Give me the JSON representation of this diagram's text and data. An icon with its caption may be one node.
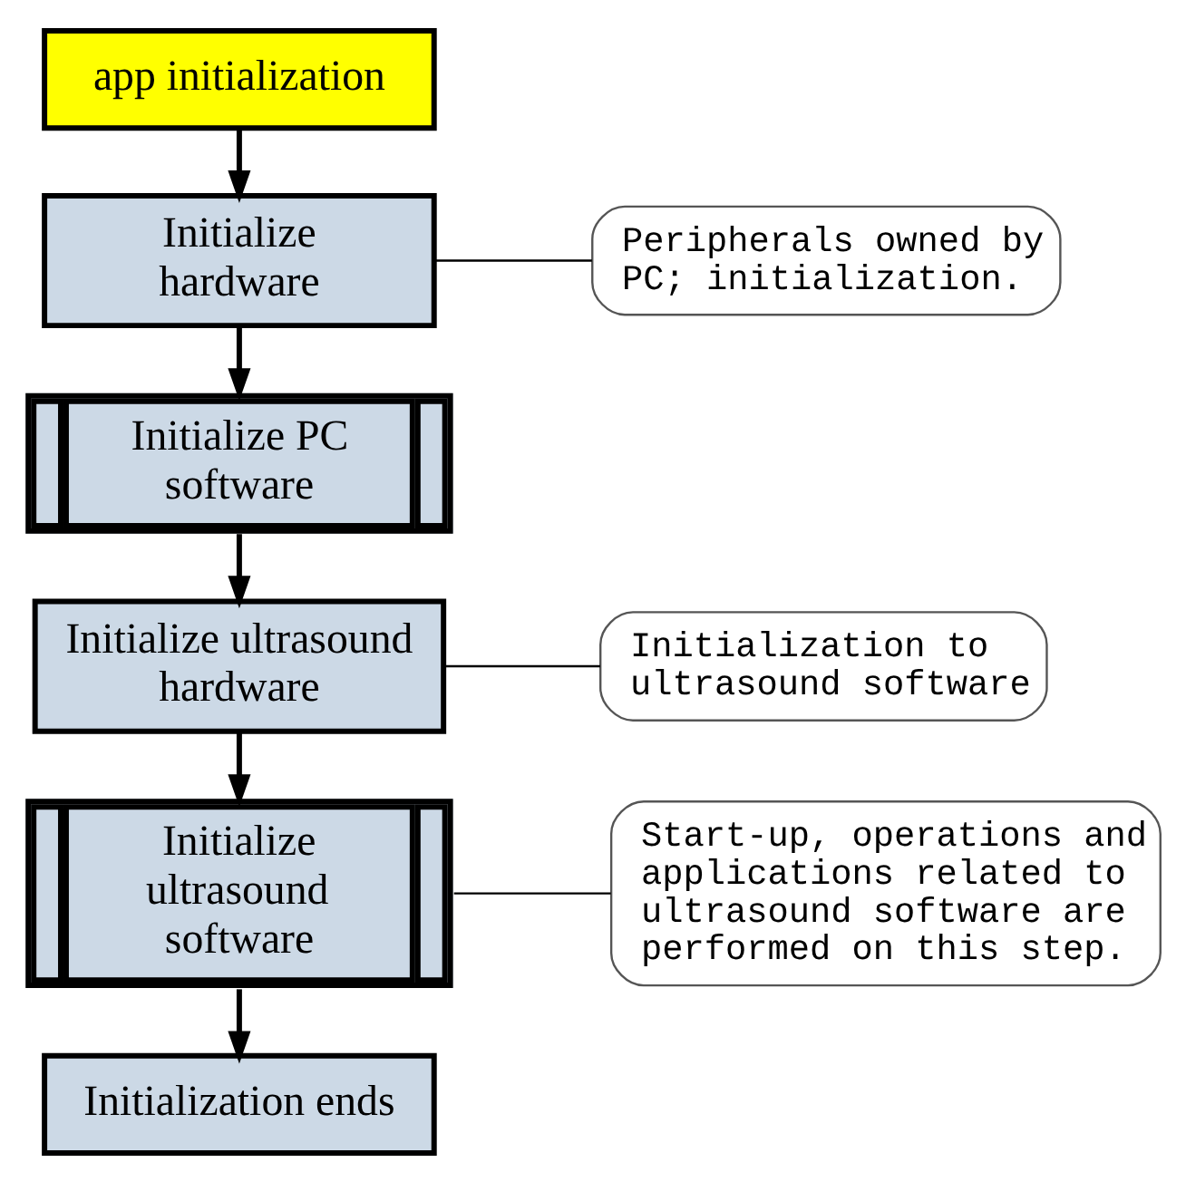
{
  "diagram": {
    "nodes": [
      {
        "text": [
          "app initialization"
        ]
      },
      {
        "text": [
          "Initialize hardware"
        ]
      },
      {
        "text": [
          "Initialize PC software"
        ]
      },
      {
        "text": [
          "Initialize ultrasound hardware"
        ]
      },
      {
        "text": [
          "Initialize ultrasound software"
        ]
      },
      {
        "text": [
          "Initialization ends"
        ]
      },
      {
        "text": [
          "Peripherals owned by PC; initialization."
        ]
      },
      {
        "text": [
          "Initialization to ultrasound software"
        ]
      },
      {
        "text": [
          "Start-up, operations and applications related to ultrasound software are performed on this step."
        ]
      }
    ],
    "edges": [
      {
        "from": 0,
        "to": 1,
        "arrow": "to"
      },
      {
        "from": 1,
        "to": 2,
        "arrow": "to"
      },
      {
        "from": 2,
        "to": 3,
        "arrow": "to"
      },
      {
        "from": 3,
        "to": 4,
        "arrow": "to"
      },
      {
        "from": 4,
        "to": 5,
        "arrow": "to"
      },
      {
        "from": 1,
        "to": 6,
        "arrow": "none"
      },
      {
        "from": 3,
        "to": 7,
        "arrow": "none"
      },
      {
        "from": 4,
        "to": 8,
        "arrow": "none"
      }
    ]
  }
}
